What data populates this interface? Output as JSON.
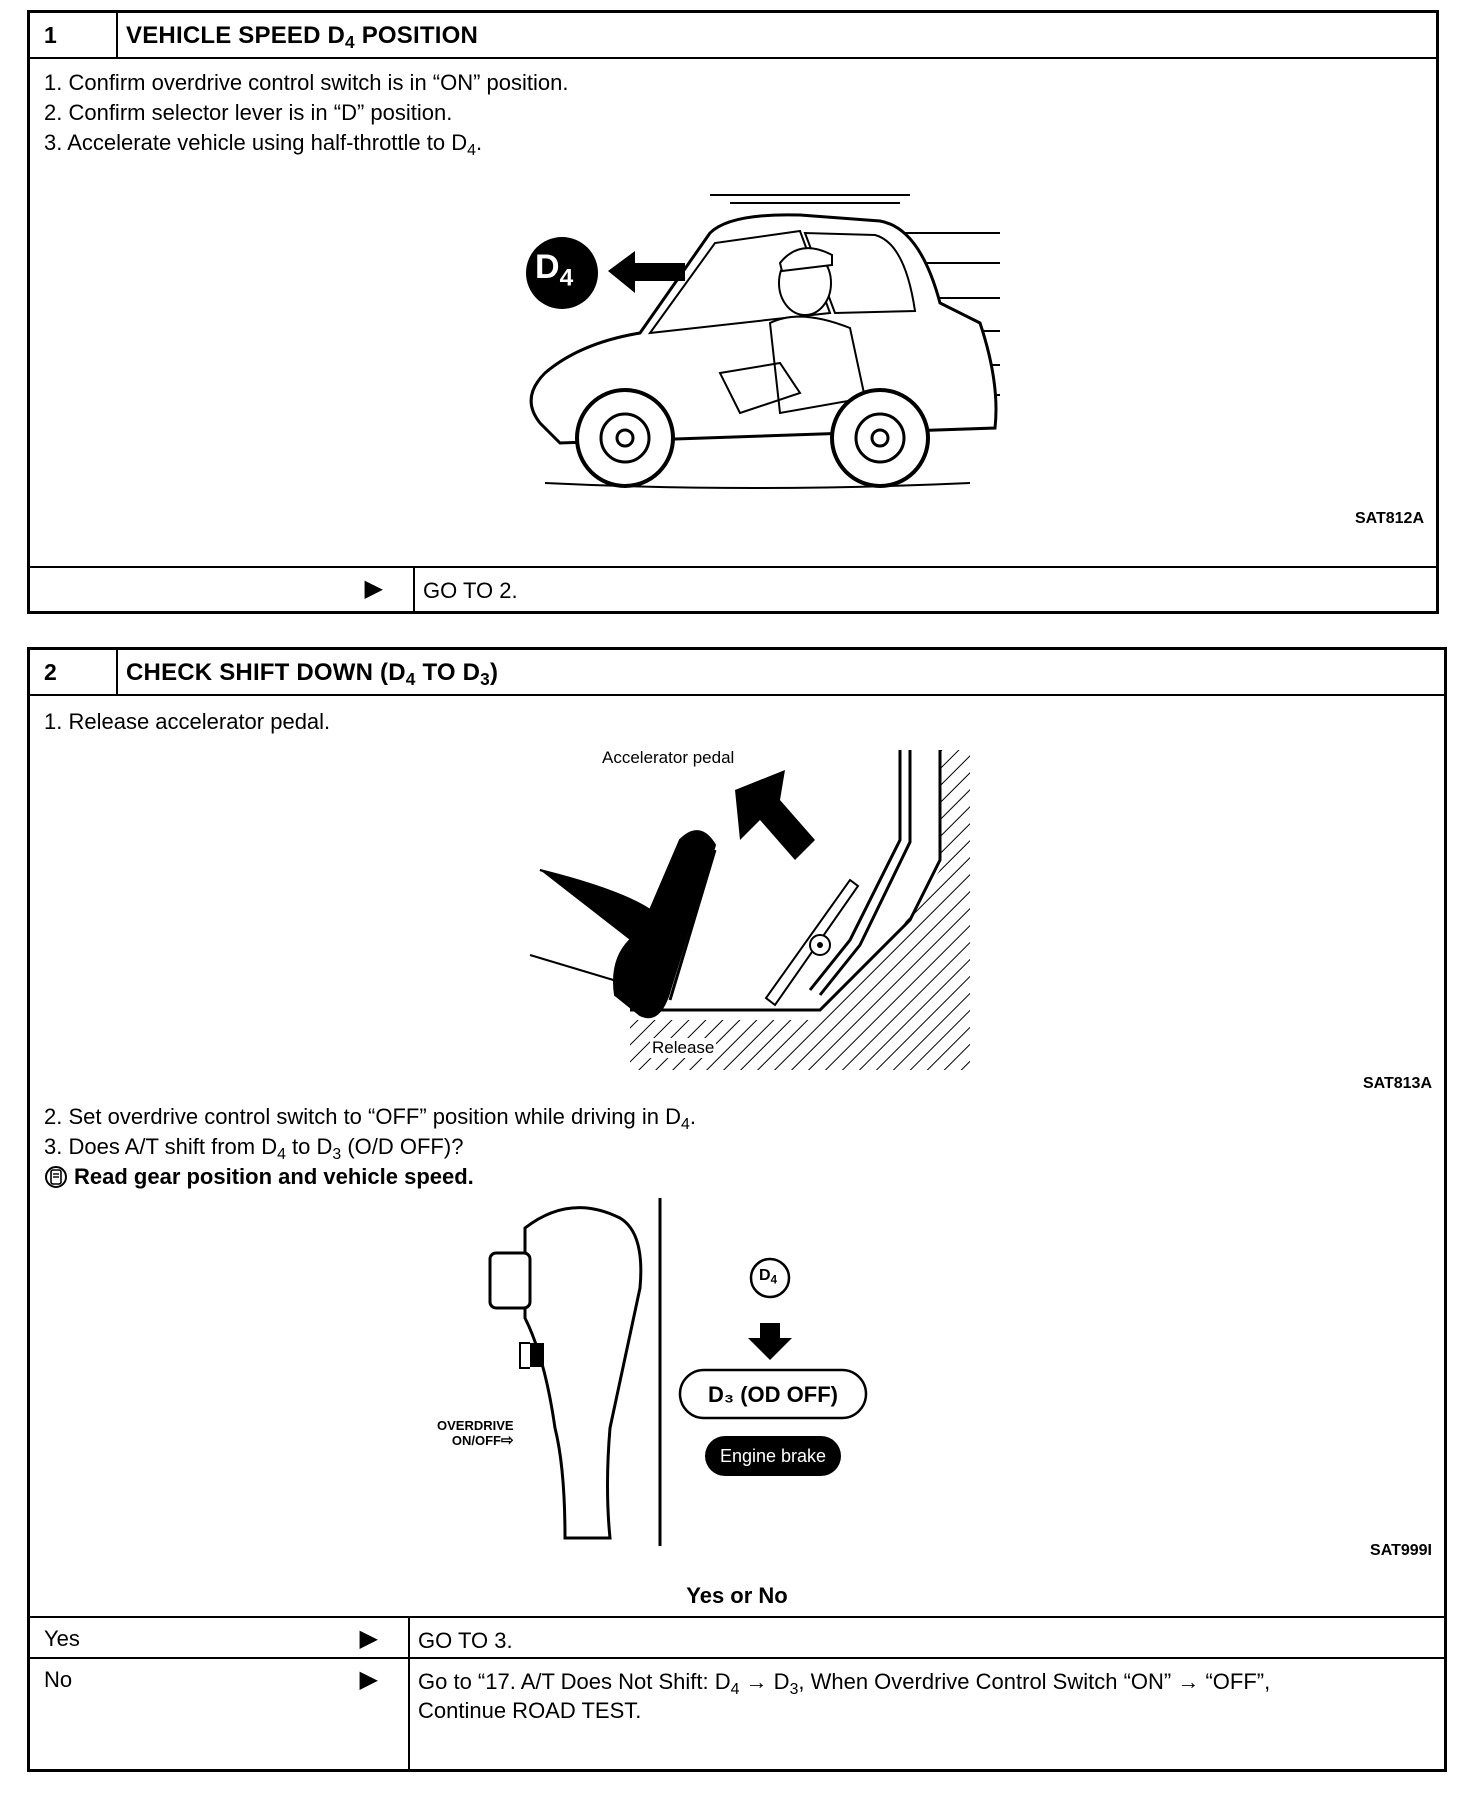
{
  "section1": {
    "number": "1",
    "title": "VEHICLE SPEED D",
    "title_sub": "4",
    "title_tail": " POSITION",
    "steps": [
      "1. Confirm overdrive control switch is in “ON” position.",
      "2. Confirm selector lever is in “D” position.",
      "3. Accelerate vehicle using half-throttle to D"
    ],
    "step3_sub": "4",
    "step3_tail": ".",
    "figure": {
      "badge": "D",
      "badge_sub": "4",
      "code": "SAT812A"
    },
    "result_arrow": "▶",
    "result_text": "GO TO 2."
  },
  "section2": {
    "number": "2",
    "title": "CHECK SHIFT DOWN (D",
    "title_sub1": "4",
    "title_mid": " TO D",
    "title_sub2": "3",
    "title_tail": ")",
    "step1": "1. Release accelerator pedal.",
    "figure1": {
      "label_pedal": "Accelerator pedal",
      "label_release": "Release",
      "code": "SAT813A"
    },
    "step2": "2. Set overdrive control switch to “OFF” position while driving in D",
    "step2_sub": "4",
    "step2_tail": ".",
    "step3_a": "3. Does A/T shift from D",
    "step3_sub1": "4",
    "step3_b": " to D",
    "step3_sub2": "3",
    "step3_c": " (O/D OFF)?",
    "note": "Read gear position and vehicle speed.",
    "note_icon": "consult-icon",
    "figure2": {
      "overdrive_label_1": "OVERDRIVE",
      "overdrive_label_2": "ON/OFF",
      "d4": "D",
      "d4_sub": "4",
      "d3_label": "D₃ (OD OFF)",
      "engine_brake": "Engine brake",
      "code": "SAT999I"
    },
    "question": "Yes or No",
    "rows": [
      {
        "label": "Yes",
        "arrow": "▶",
        "text": "GO TO 3."
      },
      {
        "label": "No",
        "arrow": "▶",
        "text_line1_a": "Go to “17. A/T Does Not Shift: D",
        "text_sub1": "4",
        "text_line1_b": " → D",
        "text_sub2": "3",
        "text_line1_c": ", When Overdrive Control Switch “ON” → “OFF”,",
        "text_line2": "Continue ROAD TEST."
      }
    ]
  }
}
